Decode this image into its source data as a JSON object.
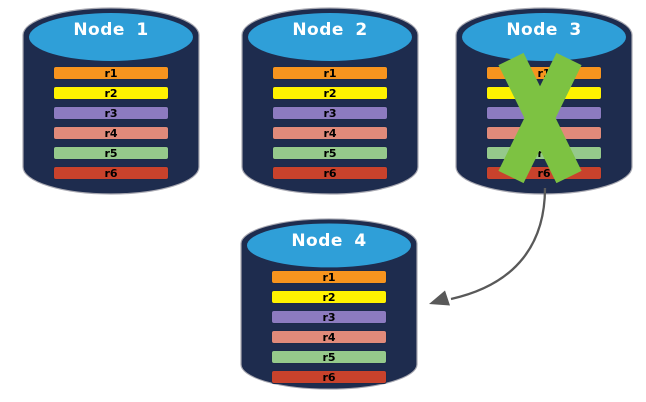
{
  "diagram": {
    "description": "Database replication failover diagram: four nodes each storing records r1-r6; Node 3 is failed (crossed out) with an arrow redirecting to Node 4"
  },
  "colors": {
    "background": "#ffffff",
    "cylinder_body": "#1e2c4e",
    "cylinder_outline": "#a9a9b2",
    "cylinder_top": "#2f9fd8",
    "title_text": "#ffffff",
    "bar_text": "#000000",
    "bar_border": "#1c2a4a",
    "failure_x": "#7dc242",
    "arrow": "#595959"
  },
  "rows": [
    {
      "label": "r1",
      "color": "#f7941e"
    },
    {
      "label": "r2",
      "color": "#fff200"
    },
    {
      "label": "r3",
      "color": "#8c7bc0"
    },
    {
      "label": "r4",
      "color": "#e08a7a"
    },
    {
      "label": "r5",
      "color": "#95c98b"
    },
    {
      "label": "r6",
      "color": "#c8422c"
    }
  ],
  "nodes": [
    {
      "title": "Node 1",
      "status": "active"
    },
    {
      "title": "Node 2",
      "status": "active"
    },
    {
      "title": "Node 3",
      "status": "failed"
    },
    {
      "title": "Node 4",
      "status": "active"
    }
  ]
}
